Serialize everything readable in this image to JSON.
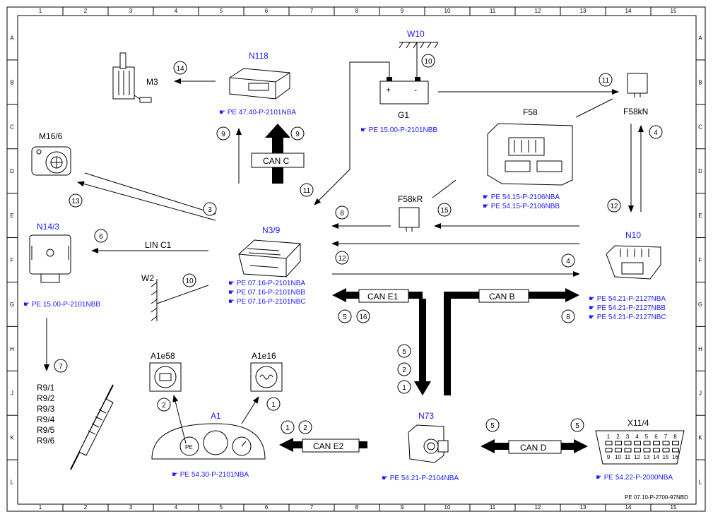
{
  "grid": {
    "columns": [
      "1",
      "2",
      "3",
      "4",
      "5",
      "6",
      "7",
      "8",
      "9",
      "10",
      "11",
      "12",
      "13",
      "14",
      "15"
    ],
    "rows": [
      "A",
      "B",
      "C",
      "D",
      "E",
      "F",
      "G",
      "H",
      "J",
      "K",
      "L"
    ]
  },
  "components": {
    "n118": "N118",
    "m3": "M3",
    "w10": "W10",
    "g1": "G1",
    "f58kn": "F58kN",
    "m16_6": "M16/6",
    "f58": "F58",
    "n14_3": "N14/3",
    "f58kr": "F58kR",
    "n3_9": "N3/9",
    "n10": "N10",
    "w2": "W2",
    "a1e58": "A1e58",
    "a1e16": "A1e16",
    "a1": "A1",
    "n73": "N73",
    "x11_4": "X11/4",
    "r9": [
      "R9/1",
      "R9/2",
      "R9/3",
      "R9/4",
      "R9/5",
      "R9/6"
    ]
  },
  "buses": {
    "can_c": "CAN C",
    "lin_c1": "LIN C1",
    "can_e1": "CAN E1",
    "can_b": "CAN B",
    "can_e2": "CAN E2",
    "can_d": "CAN D"
  },
  "refs": {
    "n118": "PE 47.40-P-2101NBA",
    "g1": "PE 15.00-P-2101NBB",
    "f58_1": "PE 54.15-P-2106NBA",
    "f58_2": "PE 54.15-P-2106NBB",
    "n14_3": "PE 15.00-P-2101NBB",
    "n3_9_1": "PE 07.16-P-2101NBA",
    "n3_9_2": "PE 07.16-P-2101NBB",
    "n3_9_3": "PE 07.16-P-2101NBC",
    "n10_1": "PE 54.21-P-2127NBA",
    "n10_2": "PE 54.21-P-2127NBB",
    "n10_3": "PE 54.21-P-2127NBC",
    "a1": "PE 54.30-P-2101NBA",
    "n73": "PE 54.21-P-2104NBA",
    "x11_4": "PE 54.22-P-2000NBA"
  },
  "battery": {
    "plus": "+",
    "minus": "-"
  },
  "gauge_pe": "PE",
  "obd_pins_top": [
    "1",
    "2",
    "3",
    "4",
    "5",
    "6",
    "7",
    "8"
  ],
  "obd_pins_bottom": [
    "9",
    "10",
    "11",
    "12",
    "13",
    "14",
    "15",
    "16"
  ],
  "footer": "PE 07.10-P-2700-97NBD",
  "numbers": {
    "c14": "14",
    "c10": "10",
    "c11a": "11",
    "c9a": "9",
    "c9b": "9",
    "c11b": "11",
    "c4a": "4",
    "c3": "3",
    "c13": "13",
    "c6": "6",
    "c8a": "8",
    "c15": "15",
    "c12a": "12",
    "c12b": "12",
    "c4b": "4",
    "c10b": "10",
    "c5a": "5",
    "c16": "16",
    "c8b": "8",
    "c7": "7",
    "c5b": "5",
    "c2a": "2",
    "c1a": "1",
    "c2b": "2",
    "c1b": "1",
    "c1c": "1",
    "c2c": "2",
    "c5c": "5",
    "c5d": "5"
  }
}
